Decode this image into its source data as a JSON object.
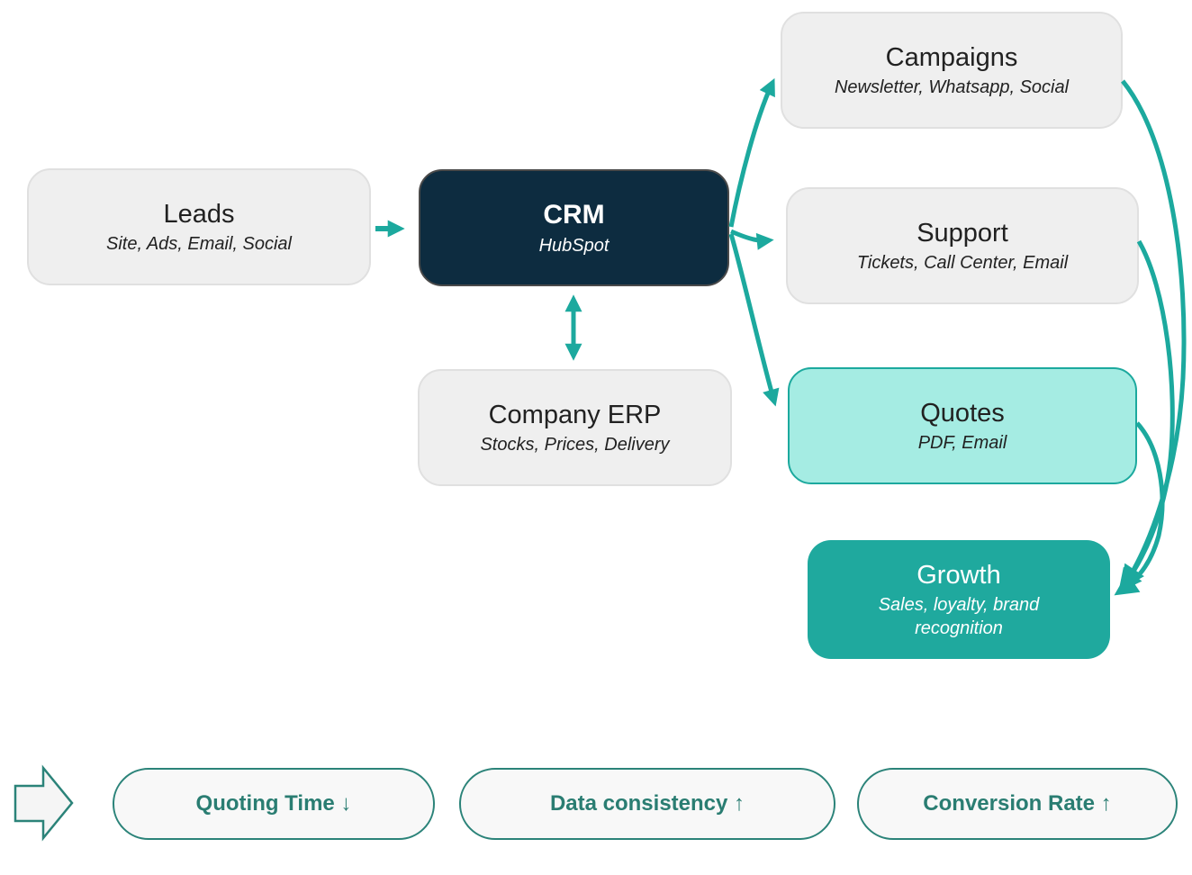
{
  "diagram": {
    "nodes": {
      "leads": {
        "title": "Leads",
        "subtitle": "Site, Ads, Email, Social"
      },
      "crm": {
        "title": "CRM",
        "subtitle": "HubSpot"
      },
      "campaigns": {
        "title": "Campaigns",
        "subtitle": "Newsletter, Whatsapp, Social"
      },
      "support": {
        "title": "Support",
        "subtitle": "Tickets, Call Center, Email"
      },
      "quotes": {
        "title": "Quotes",
        "subtitle": "PDF, Email"
      },
      "erp": {
        "title": "Company ERP",
        "subtitle": "Stocks, Prices, Delivery"
      },
      "growth": {
        "title": "Growth",
        "subtitle": "Sales, loyalty, brand recognition"
      }
    },
    "edges": [
      {
        "from": "Leads",
        "to": "CRM",
        "type": "arrow"
      },
      {
        "from": "CRM",
        "to": "Campaigns",
        "type": "arrow"
      },
      {
        "from": "CRM",
        "to": "Support",
        "type": "arrow"
      },
      {
        "from": "CRM",
        "to": "Quotes",
        "type": "arrow"
      },
      {
        "from": "CRM",
        "to": "Company ERP",
        "type": "bidirectional"
      },
      {
        "from": "Campaigns",
        "to": "Growth",
        "type": "arrow"
      },
      {
        "from": "Support",
        "to": "Growth",
        "type": "arrow"
      },
      {
        "from": "Quotes",
        "to": "Growth",
        "type": "arrow"
      }
    ],
    "kpis": [
      {
        "label": "Quoting Time ↓"
      },
      {
        "label": "Data consistency ↑"
      },
      {
        "label": "Conversion Rate ↑"
      }
    ],
    "colors": {
      "accent_teal": "#1CA99E",
      "navy": "#0D2C40",
      "mint": "#A5ECE3",
      "growth_teal": "#1FA99E",
      "kpi_border": "#2B8379",
      "kpi_text": "#2A7D72",
      "box_gray": "#EFEFEF",
      "box_border": "#E0E0E0",
      "text_dark": "#212121"
    }
  }
}
